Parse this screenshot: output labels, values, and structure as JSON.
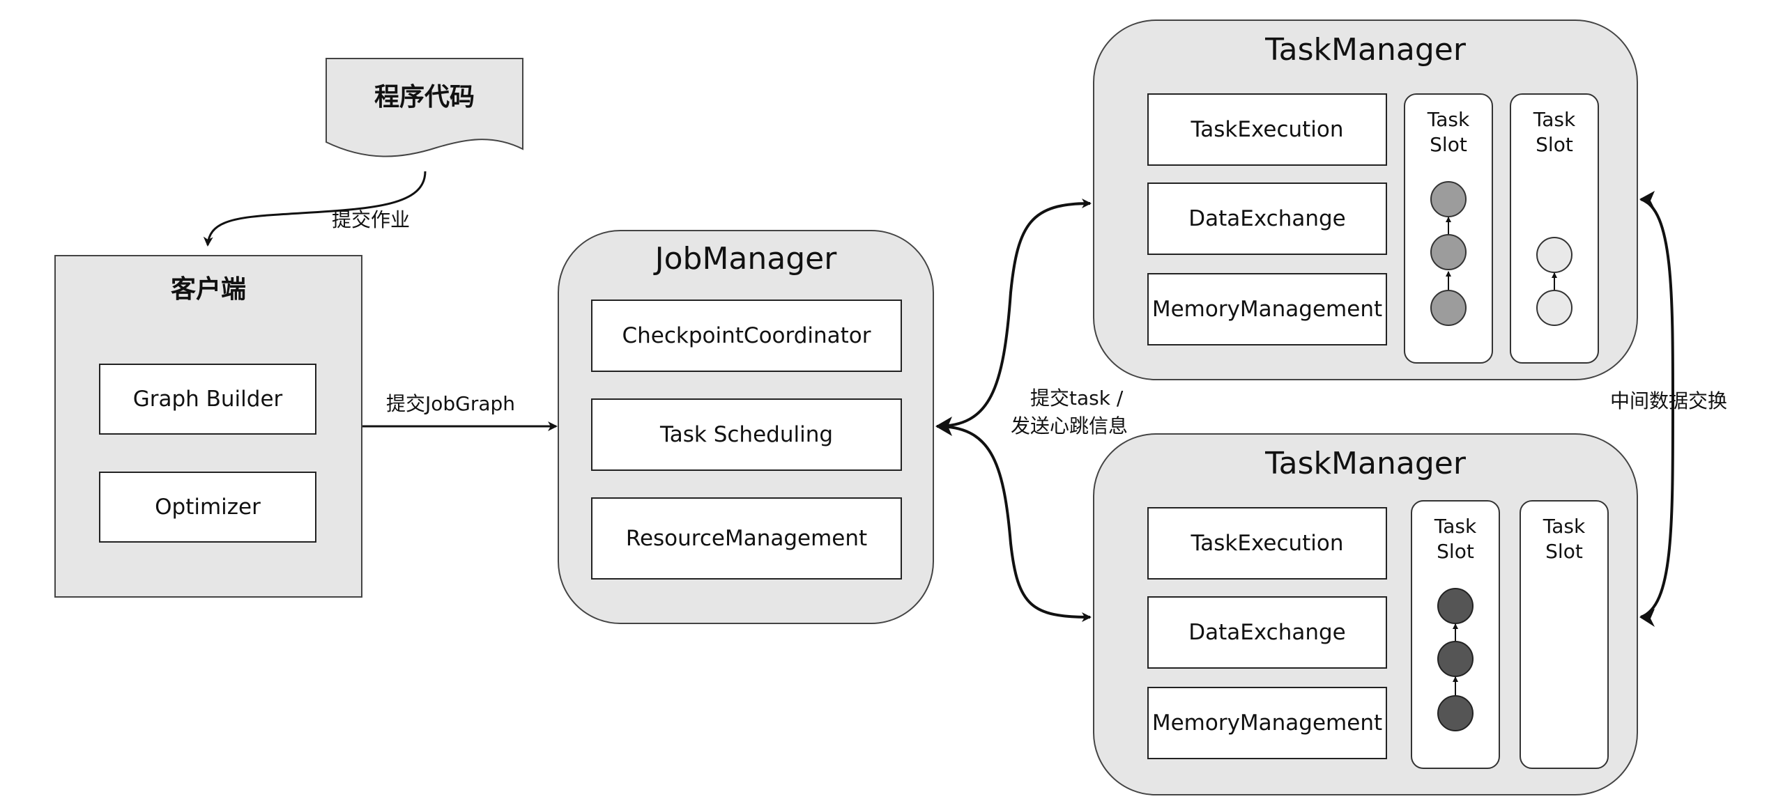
{
  "program_code": {
    "label": "程序代码"
  },
  "edges": {
    "submit_job": "提交作业",
    "submit_jobgraph": "提交JobGraph",
    "submit_task_line1": "提交task /",
    "submit_task_line2": "发送心跳信息",
    "intermediate_exchange": "中间数据交换"
  },
  "client": {
    "title": "客户端",
    "modules": [
      "Graph Builder",
      "Optimizer"
    ]
  },
  "jobmanager": {
    "title": "JobManager",
    "modules": [
      "CheckpointCoordinator",
      "Task Scheduling",
      "ResourceManagement"
    ]
  },
  "taskmanager_top": {
    "title": "TaskManager",
    "modules": [
      "TaskExecution",
      "DataExchange",
      "MemoryManagement"
    ],
    "slots": [
      "Task\nSlot",
      "Task\nSlot"
    ],
    "slot_labels": [
      [
        "Task",
        "Slot"
      ],
      [
        "Task",
        "Slot"
      ]
    ],
    "slot1_task_count": 3,
    "slot2_task_count": 2
  },
  "taskmanager_bottom": {
    "title": "TaskManager",
    "modules": [
      "TaskExecution",
      "DataExchange",
      "MemoryManagement"
    ],
    "slot_labels": [
      [
        "Task",
        "Slot"
      ],
      [
        "Task",
        "Slot"
      ]
    ],
    "slot1_task_count": 3,
    "slot2_task_count": 0
  },
  "colors": {
    "panel_fill": "#e6e6e6",
    "top_task_fill": "#9c9c9c",
    "top_light_task_fill": "#e9e9e9",
    "bottom_task_fill": "#555555",
    "arrow": "#111111"
  }
}
